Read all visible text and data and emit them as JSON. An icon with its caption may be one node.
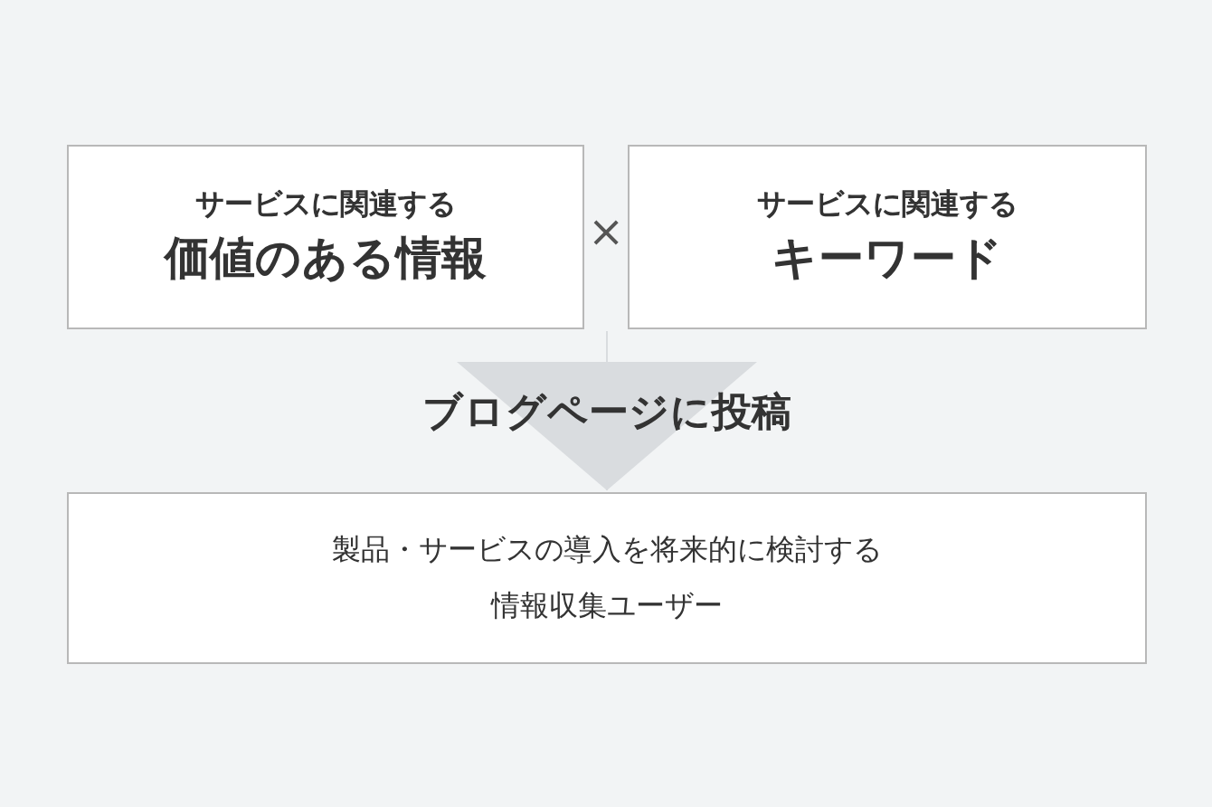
{
  "diagram": {
    "nodes": [
      {
        "text": [
          "サービスに関連する",
          "価値のある情報"
        ]
      },
      {
        "text": [
          "サービスに関連する",
          "キーワード"
        ]
      },
      {
        "text": [
          "製品・サービスの導入を将来的に検討する情報収集ユーザー"
        ]
      }
    ],
    "edges": [
      {
        "from": 0,
        "to": 2,
        "arrow": "to",
        "label": "ブログページに投稿"
      },
      {
        "from": 1,
        "to": 2,
        "arrow": "to"
      }
    ],
    "labels": [
      "×"
    ]
  }
}
